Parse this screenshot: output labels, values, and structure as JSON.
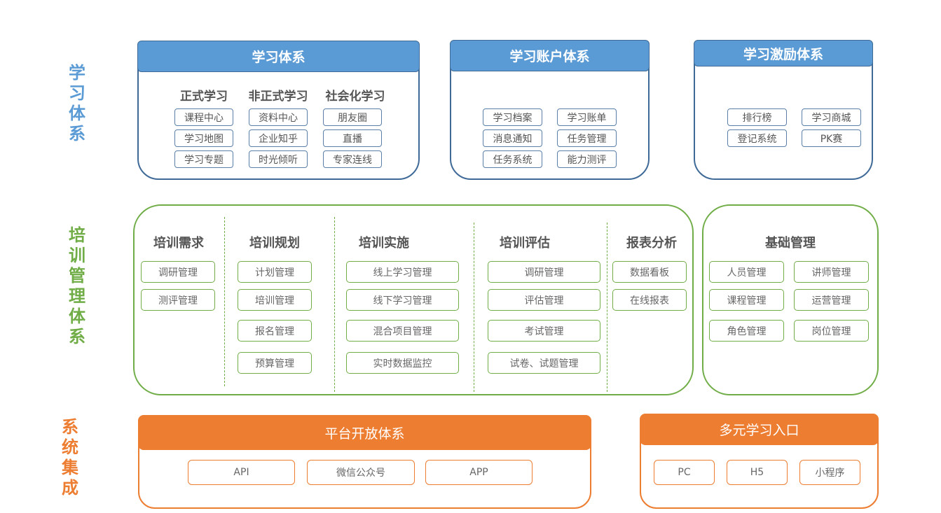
{
  "colors": {
    "blue": "#5b9bd5",
    "green": "#70ad47",
    "orange": "#ed7d31"
  },
  "side_labels": {
    "learning": "学习体系",
    "training": "培训管理体系",
    "integration": "系统集成"
  },
  "learning_system": {
    "title": "学习体系",
    "columns": [
      {
        "heading": "正式学习",
        "items": [
          "课程中心",
          "学习地图",
          "学习专题"
        ]
      },
      {
        "heading": "非正式学习",
        "items": [
          "资料中心",
          "企业知乎",
          "时光倾听"
        ]
      },
      {
        "heading": "社会化学习",
        "items": [
          "朋友圈",
          "直播",
          "专家连线"
        ]
      }
    ]
  },
  "account_system": {
    "title": "学习账户体系",
    "items": [
      "学习档案",
      "学习账单",
      "消息通知",
      "任务管理",
      "任务系统",
      "能力测评"
    ]
  },
  "incentive_system": {
    "title": "学习激励体系",
    "items": [
      "排行榜",
      "学习商城",
      "登记系统",
      "PK赛"
    ]
  },
  "training_management": {
    "columns": [
      {
        "heading": "培训需求",
        "items": [
          "调研管理",
          "测评管理"
        ]
      },
      {
        "heading": "培训规划",
        "items": [
          "计划管理",
          "培训管理",
          "报名管理",
          "预算管理"
        ]
      },
      {
        "heading": "培训实施",
        "items": [
          "线上学习管理",
          "线下学习管理",
          "混合项目管理",
          "实时数据监控"
        ]
      },
      {
        "heading": "培训评估",
        "items": [
          "调研管理",
          "评估管理",
          "考试管理",
          "试卷、试题管理"
        ]
      },
      {
        "heading": "报表分析",
        "items": [
          "数据看板",
          "在线报表"
        ]
      }
    ]
  },
  "base_management": {
    "heading": "基础管理",
    "items": [
      "人员管理",
      "讲师管理",
      "课程管理",
      "运营管理",
      "角色管理",
      "岗位管理"
    ]
  },
  "open_platform": {
    "title": "平台开放体系",
    "items": [
      "API",
      "微信公众号",
      "APP"
    ]
  },
  "multi_entry": {
    "title": "多元学习入口",
    "items": [
      "PC",
      "H5",
      "小程序"
    ]
  }
}
